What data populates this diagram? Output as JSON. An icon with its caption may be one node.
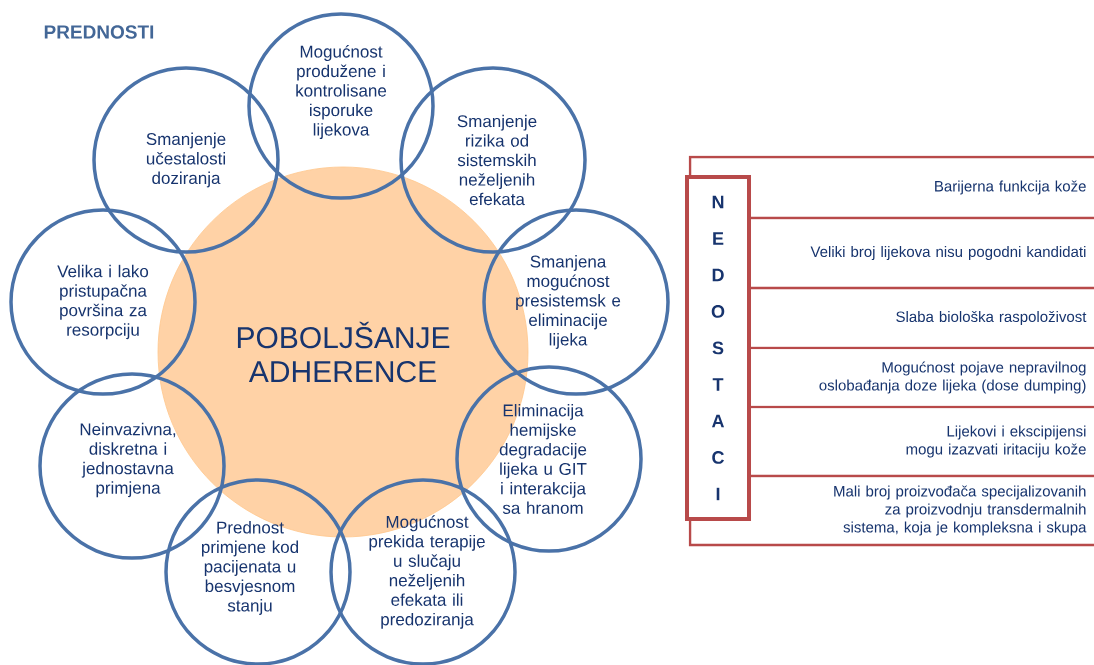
{
  "diagram": {
    "nodes": [
      {
        "text": [
          "POBOLJŠANJE ADHERENCE"
        ]
      },
      {
        "text": [
          "Mogućnost produžene i kontrolisane isporuke lijekova"
        ]
      },
      {
        "text": [
          "Smanjenje rizika od sistemskih neželjenih efekata"
        ]
      },
      {
        "text": [
          "Smanjena mogućnost presistemsk e eliminacije lijeka"
        ]
      },
      {
        "text": [
          "Eliminacija hemijske degradacije lijeka u GIT i interakcija sa hranom"
        ]
      },
      {
        "text": [
          "Mogućnost prekida terapije u slučaju neželjenih efekata ili predoziranja"
        ]
      },
      {
        "text": [
          "Prednost primjene kod pacijenata u besvjesnom stanju"
        ]
      },
      {
        "text": [
          "Neinvazivna, diskretna i jednostavna primjena"
        ]
      },
      {
        "text": [
          "Velika i lako pristupačna površina za resorpciju"
        ]
      },
      {
        "text": [
          "Smanjenje učestalosti doziranja"
        ]
      },
      {
        "text": [
          "N E D O S T A C I"
        ]
      },
      {
        "text": [
          "Barijerna funkcija kože"
        ]
      },
      {
        "text": [
          "Veliki broj lijekova nisu pogodni kandidati"
        ]
      },
      {
        "text": [
          "Slaba biološka raspoloživost"
        ]
      },
      {
        "text": [
          "Mogućnost pojave nepravilnog oslobađanja doze lijeka (dose dumping)"
        ]
      },
      {
        "text": [
          "Lijekovi i ekscipijensi mogu izazvati iritaciju kože"
        ]
      },
      {
        "text": [
          "Mali broj proizvođača specijalizovanih za proizvodnju transdermalnih sistema, koja je kompleksna i skupa"
        ]
      }
    ],
    "labels": [
      "PREDNOSTI"
    ]
  }
}
